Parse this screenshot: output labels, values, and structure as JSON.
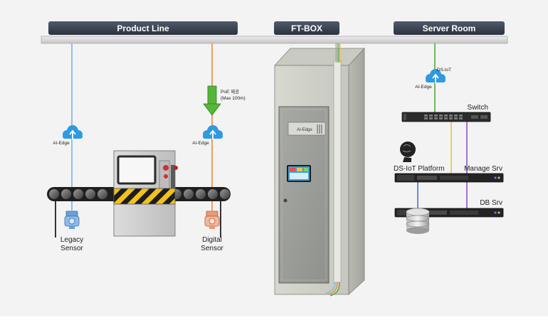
{
  "headers": {
    "product_line": "Product Line",
    "ft_box": "FT-BOX",
    "server_room": "Server Room"
  },
  "cloud_labels": {
    "legacy": "AI-Edge",
    "digital": "AI-Edge",
    "server": "AI-Edge",
    "ds_iot": "DS.IoT"
  },
  "poe": {
    "line1": "PoE 제공",
    "line2": "(Max 100m)"
  },
  "sensors": {
    "legacy": [
      "Legacy",
      "Sensor"
    ],
    "digital": [
      "Digital",
      "Sensor"
    ]
  },
  "cabinet": {
    "panel_label": "AI-Edge"
  },
  "server_room": {
    "switch": "Switch",
    "platform": "DS-IoT Platform",
    "manage": "Manage Srv",
    "db": "DB Srv"
  },
  "colors": {
    "header_bar": "#3e4756",
    "legacy_line": "#7fb2e5",
    "digital_line": "#e98a3c",
    "poe_arrow": "#55b63a",
    "cloud": "#2f9ae0",
    "server_green": "#4caa3a",
    "server_yellow": "#e8c44a",
    "server_purple": "#8a55c9",
    "server_blue": "#4a72c9"
  }
}
